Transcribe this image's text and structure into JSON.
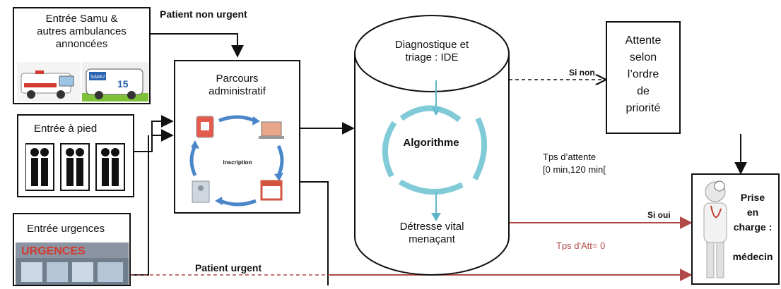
{
  "entries": {
    "samu": "Entrée Samu &\nautres ambulances\nannoncées",
    "pied": "Entrée à pied",
    "urgences": "Entrée urgences",
    "urgences_sign": "URGENCES",
    "samu_sign": "SAMU"
  },
  "flows": {
    "non_urgent": "Patient non urgent",
    "urgent": "Patient urgent",
    "si_non": "Si non",
    "si_oui": "Si oui",
    "tps_attente": "Tps d’attente\n[0 min,120 min[",
    "tps_att_zero": "Tps d'Att= 0"
  },
  "admin": {
    "title": "Parcours\nadministratif",
    "cycle_label": "inscription"
  },
  "triage": {
    "top": "Diagnostique  et\ntriage : IDE",
    "algo": "Algorithme",
    "bottom": "Détresse vital\nmenaçant"
  },
  "attente": {
    "label": "Attente\nselon\nl’ordre\nde\npriorité"
  },
  "prise": {
    "label": "Prise\nen\ncharge :\n\nmédecin"
  },
  "colors": {
    "black_arrow": "#111111",
    "red_arrow": "#b04a48",
    "blue_cycle": "#4a86c8",
    "teal_cycle": "#5fb6c8"
  }
}
